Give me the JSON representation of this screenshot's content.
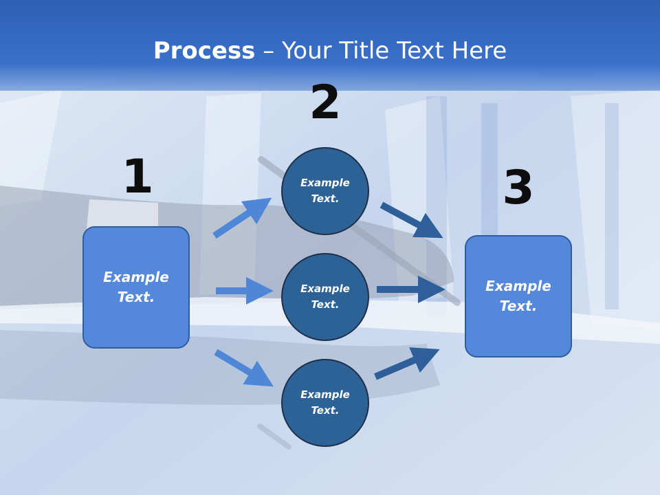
{
  "header": {
    "title_bold": "Process",
    "title_rest": " – Your Title Text Here"
  },
  "steps": {
    "one": {
      "number": "1",
      "text": "Example Text."
    },
    "two": {
      "number": "2"
    },
    "three": {
      "number": "3",
      "text": "Example Text."
    }
  },
  "circles": [
    {
      "text": "Example Text."
    },
    {
      "text": "Example Text."
    },
    {
      "text": "Example Text."
    }
  ],
  "colors": {
    "title_bar": "#3a70c9",
    "box_fill": "#5588db",
    "circle_fill": "#2c6296",
    "arrow_light": "#4f86d6",
    "arrow_dark": "#2f5f98"
  }
}
